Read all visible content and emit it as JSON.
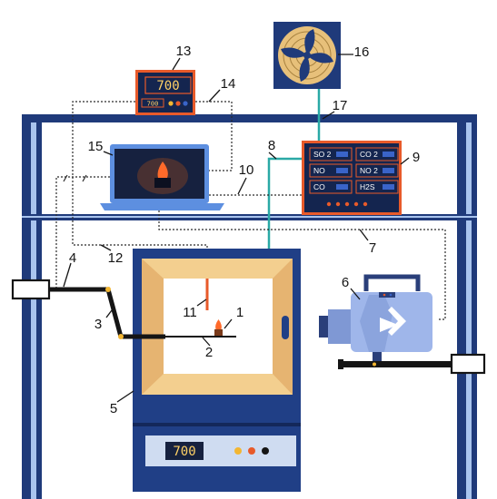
{
  "labels": [
    "1",
    "2",
    "3",
    "4",
    "5",
    "6",
    "7",
    "8",
    "9",
    "10",
    "11",
    "12",
    "13",
    "14",
    "15",
    "16",
    "17"
  ],
  "controller_display": "700",
  "controller_small_display": "700",
  "furnace_display": "700",
  "gas_sensors": [
    "SO 2",
    "CO 2",
    "NO",
    "NO 2",
    "CO",
    "H2S"
  ],
  "colors": {
    "frame": "#1f3a7a",
    "frame_light": "#a9c4ee",
    "panel_orange": "#e85a2a",
    "display_text": "#ffd166",
    "furnace_body": "#203f86",
    "furnace_liner": "#f3cf8f",
    "cable_teal": "#2aa9a6",
    "camera": "#9fb6ea"
  },
  "icons": [
    "fan-icon",
    "laptop-icon",
    "flame-icon",
    "camera-icon",
    "gas-analyzer-icon",
    "temperature-controller-icon"
  ]
}
